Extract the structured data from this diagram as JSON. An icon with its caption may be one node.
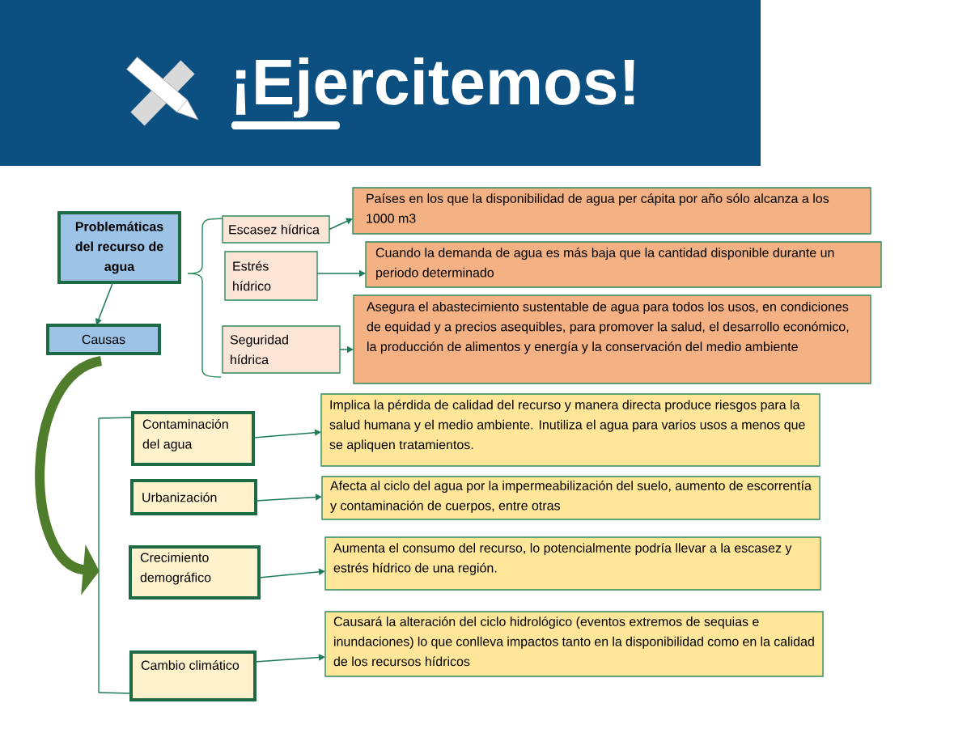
{
  "diagram": {
    "title": "¡Ejercitemos!",
    "nodes": [
      {
        "text": [
          "Problemáticas del recurso de agua"
        ]
      },
      {
        "text": [
          "Causas"
        ]
      },
      {
        "text": [
          "Escasez hídrica"
        ]
      },
      {
        "text": [
          "Estrés hídrico"
        ]
      },
      {
        "text": [
          "Seguridad hídrica"
        ]
      },
      {
        "text": [
          "Países en los que la disponibilidad de agua per cápita por año sólo alcanza a los 1000 m3"
        ]
      },
      {
        "text": [
          "Cuando la demanda de agua es más baja que la cantidad disponible durante un periodo determinado"
        ]
      },
      {
        "text": [
          "Asegura el abastecimiento sustentable de agua para todos los usos, en condiciones de equidad y a precios asequibles, para promover la salud, el desarrollo económico, la producción de alimentos y energía y la conservación del medio ambiente"
        ]
      },
      {
        "text": [
          "Contaminación del agua"
        ]
      },
      {
        "text": [
          "Urbanización"
        ]
      },
      {
        "text": [
          "Crecimiento demográfico"
        ]
      },
      {
        "text": [
          "Cambio climático"
        ]
      },
      {
        "text": [
          "Implica la pérdida de calidad del recurso y manera directa produce riesgos para la salud humana y el medio ambiente. Inutiliza el agua para varios usos a menos que se apliquen tratamientos."
        ]
      },
      {
        "text": [
          "Afecta al ciclo del agua por la impermeabilización del suelo, aumento de escorrentía y contaminación de cuerpos, entre otras"
        ]
      },
      {
        "text": [
          "Aumenta el consumo del recurso, lo potencialmente podría llevar a la escasez y estrés hídrico de una región."
        ]
      },
      {
        "text": [
          "Causará la alteración del ciclo hidrológico (eventos extremos de sequias e inundaciones) lo que conlleva impactos tanto en la disponibilidad como en la calidad de los recursos hídricos"
        ]
      },
      {
        "text": [],
        "shape": "bar"
      }
    ],
    "edges": [
      {
        "from": 0,
        "to": 1,
        "arrow": "to"
      },
      {
        "from": 2,
        "to": 5,
        "arrow": "to"
      },
      {
        "from": 3,
        "to": 6,
        "arrow": "to"
      },
      {
        "from": 4,
        "to": 7,
        "arrow": "to"
      },
      {
        "from": 8,
        "to": 12,
        "arrow": "to"
      },
      {
        "from": 9,
        "to": 13,
        "arrow": "to"
      },
      {
        "from": 10,
        "to": 14,
        "arrow": "to"
      },
      {
        "from": 11,
        "to": 15,
        "arrow": "to"
      },
      {
        "from": 1,
        "to": 16,
        "arrow": "to",
        "style": "thick",
        "color": "#4f7d2c"
      },
      {
        "from": 16,
        "to": 8,
        "arrow": "none"
      },
      {
        "from": 16,
        "to": 11,
        "arrow": "none"
      }
    ]
  }
}
